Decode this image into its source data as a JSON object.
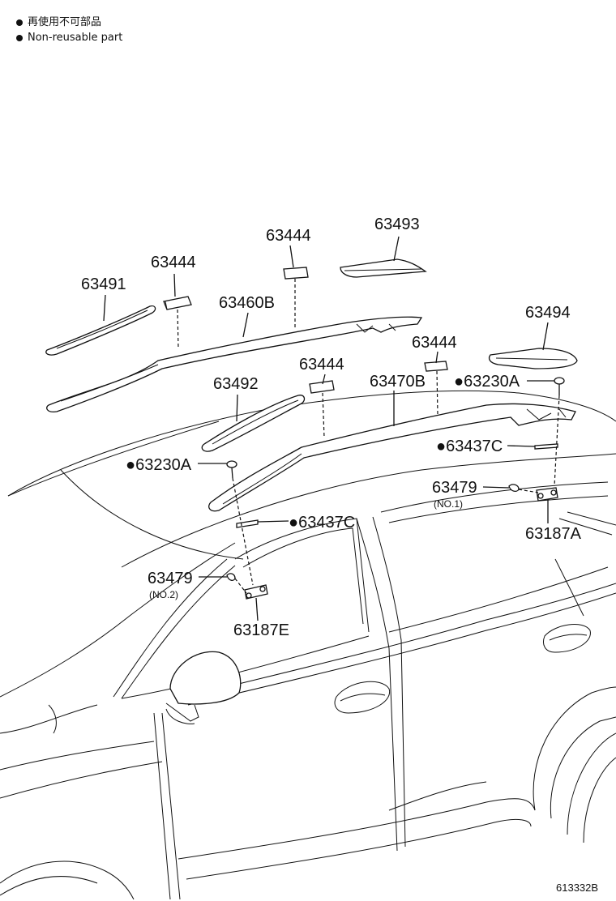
{
  "legend": {
    "chinese": "再使用不可部品",
    "english": "Non-reusable part"
  },
  "labels": {
    "p63491": "63491",
    "p63444_a": "63444",
    "p63444_b": "63444",
    "p63444_c": "63444",
    "p63444_d": "63444",
    "p63493": "63493",
    "p63460B": "63460B",
    "p63494": "63494",
    "p63492": "63492",
    "p63470B": "63470B",
    "p63230A_right": "●63230A",
    "p63230A_left": "●63230A",
    "p63437C_right": "●63437C",
    "p63437C_left": "●63437C",
    "p63479_right": "63479",
    "p63479_right_sub": "(NO.1)",
    "p63479_left": "63479",
    "p63479_left_sub": "(NO.2)",
    "p63187A": "63187A",
    "p63187E": "63187E"
  },
  "figure_code": "613332B"
}
